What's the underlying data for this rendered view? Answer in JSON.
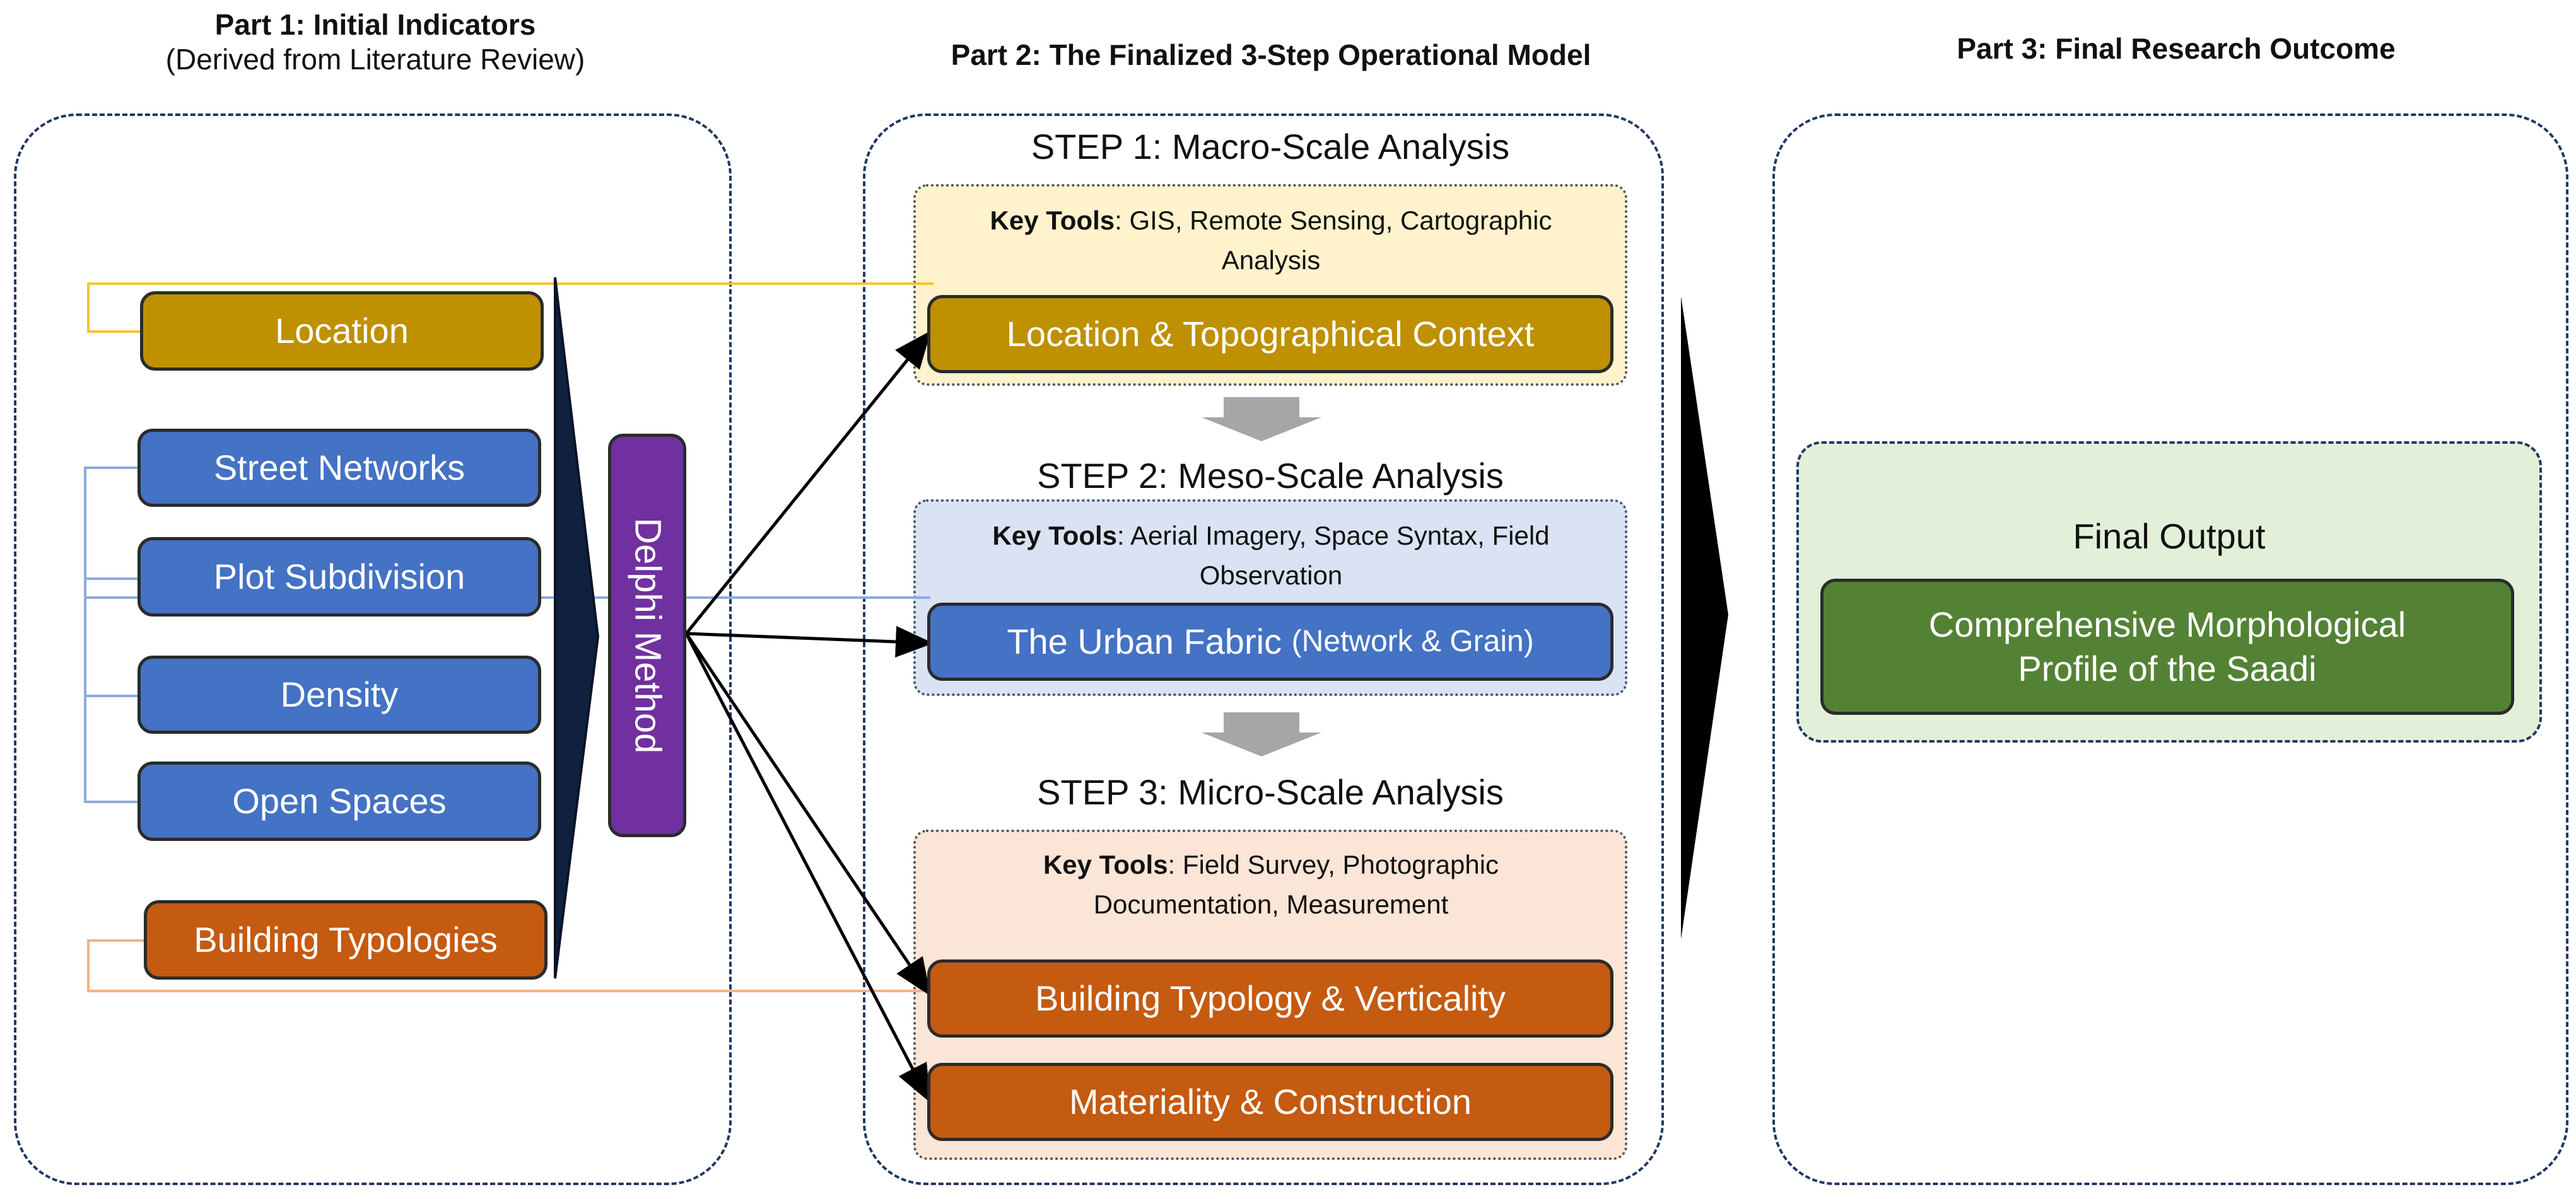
{
  "part1": {
    "title": "Part 1: Initial Indicators",
    "subtitle": "(Derived from Literature Review)"
  },
  "part2": {
    "title": "Part 2: The Finalized 3-Step Operational Model"
  },
  "part3": {
    "title": "Part 3: Final Research Outcome"
  },
  "indicators": {
    "location": "Location",
    "street_networks": "Street Networks",
    "plot_subdivision": "Plot Subdivision",
    "density": "Density",
    "open_spaces": "Open Spaces",
    "building_typologies": "Building Typologies"
  },
  "delphi": "Delphi Method",
  "step1": {
    "title": "STEP 1: Macro-Scale Analysis",
    "tools_label": "Key Tools",
    "tools_text": ": GIS, Remote Sensing, Cartographic Analysis",
    "output": "Location & Topographical Context"
  },
  "step2": {
    "title": "STEP 2: Meso-Scale Analysis",
    "tools_label": "Key Tools",
    "tools_text": ": Aerial Imagery, Space Syntax, Field Observation",
    "output_main": "The Urban Fabric",
    "output_sub": "(Network & Grain)"
  },
  "step3": {
    "title": "STEP 3: Micro-Scale Analysis",
    "tools_label": "Key Tools",
    "tools_text": ": Field Survey, Photographic Documentation, Measurement",
    "output1": "Building Typology & Verticality",
    "output2": "Materiality & Construction"
  },
  "final": {
    "label": "Final Output",
    "profile": "Comprehensive Morphological Profile of the Saadi"
  },
  "colors": {
    "gold": "#bf9000",
    "blue": "#4472c4",
    "orange": "#c55a11",
    "purple": "#7030a0",
    "green": "#548235",
    "navy": "#1f3864"
  }
}
